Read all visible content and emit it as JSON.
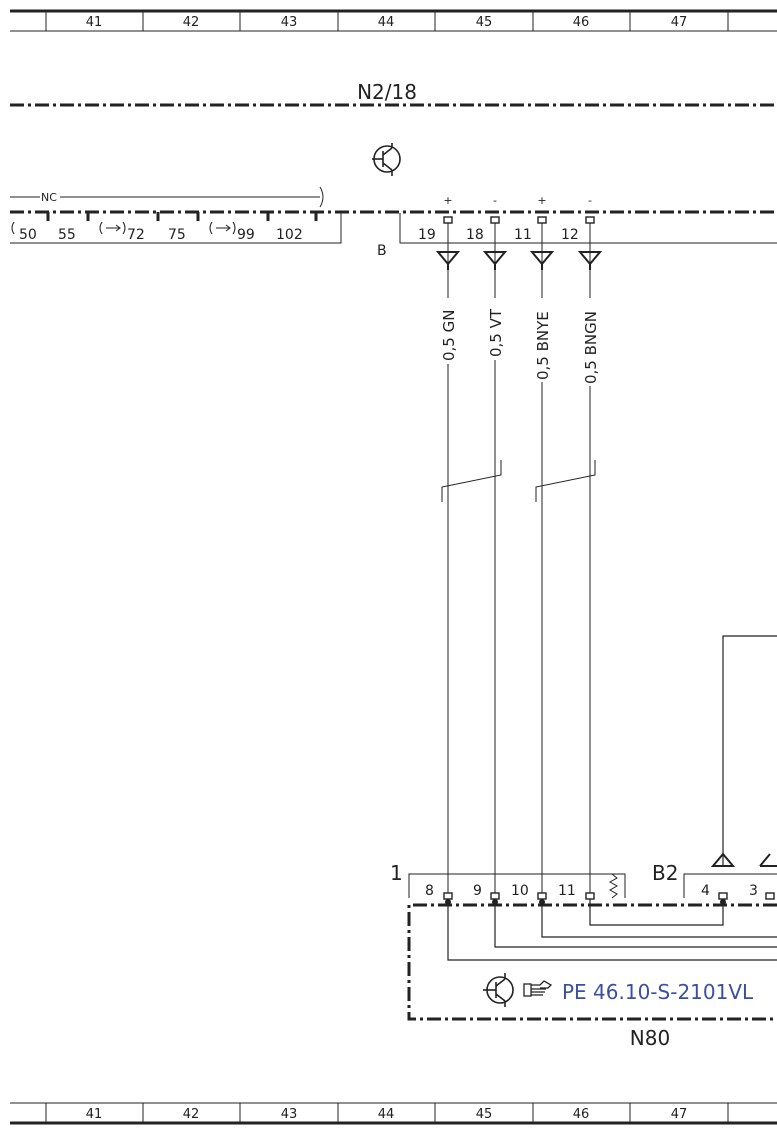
{
  "grid": {
    "columns": [
      "41",
      "42",
      "43",
      "44",
      "45",
      "46",
      "47"
    ]
  },
  "components": {
    "top": {
      "label": "N2/18"
    },
    "bottom": {
      "label": "N80"
    }
  },
  "connectors": {
    "nc_label": "NC",
    "left_pins": [
      "50",
      "55",
      "72",
      "75",
      "99",
      "102"
    ],
    "b_label": "B",
    "b_pins": [
      "19",
      "18",
      "11",
      "12"
    ],
    "b_pin_polarity": [
      "+",
      "-",
      "+",
      "-"
    ],
    "n80_left_label": "1",
    "n80_left_pins": [
      "8",
      "9",
      "10",
      "11"
    ],
    "n80_right_label": "B2",
    "n80_right_pins": [
      "4",
      "3"
    ]
  },
  "wires": [
    {
      "label": "0,5 GN"
    },
    {
      "label": "0,5 VT"
    },
    {
      "label": "0,5 BNYE"
    },
    {
      "label": "0,5 BNGN"
    }
  ],
  "reference": {
    "icon": "pointing-hand-icon",
    "text": "PE 46.10-S-2101VL",
    "color": "#3a4ea3"
  },
  "colors": {
    "line": "#222222"
  }
}
